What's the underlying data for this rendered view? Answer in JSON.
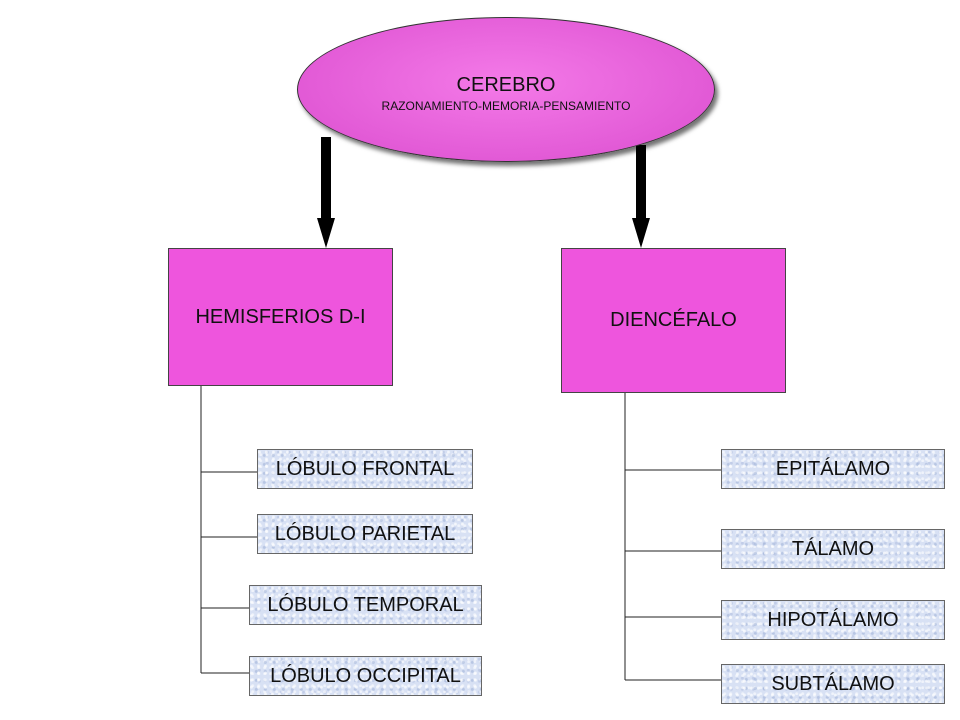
{
  "diagram": {
    "root": {
      "title": "CEREBRO",
      "subtitle": "RAZONAMIENTO-MEMORIA-PENSAMIENTO"
    },
    "branches": [
      {
        "label": "HEMISFERIOS D-I",
        "children": [
          "LÓBULO FRONTAL",
          "LÓBULO PARIETAL",
          "LÓBULO TEMPORAL",
          "LÓBULO OCCIPITAL"
        ]
      },
      {
        "label": "DIENCÉFALO",
        "children": [
          "EPITÁLAMO",
          "TÁLAMO",
          "HIPOTÁLAMO",
          "SUBTÁLAMO"
        ]
      }
    ],
    "colors": {
      "root_fill": "#e25ad6",
      "box_fill": "#ee55dd",
      "leaf_fill": "#d8e1f4",
      "connector": "#000000"
    }
  }
}
